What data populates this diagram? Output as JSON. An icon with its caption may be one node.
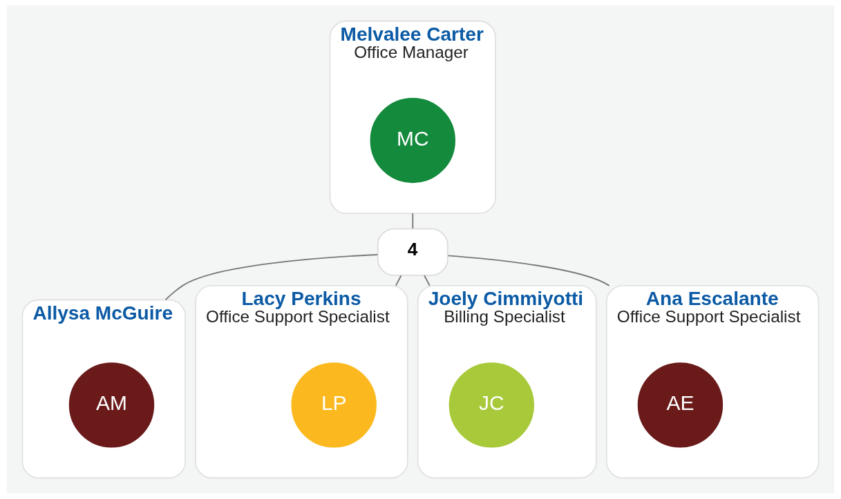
{
  "diagram": {
    "nodes": [
      {
        "text": [
          "Melvalee Carter",
          "Office Manager"
        ]
      },
      {
        "text": [
          "MC"
        ],
        "in": 0
      },
      {
        "text": [
          "4"
        ]
      },
      {
        "text": [
          "Allysa McGuire"
        ]
      },
      {
        "text": [
          "AM"
        ],
        "in": 3
      },
      {
        "text": [
          "Lacy Perkins",
          "Office Support Specialist"
        ]
      },
      {
        "text": [
          "LP"
        ],
        "in": 5
      },
      {
        "text": [
          "Joely Cimmiyotti",
          "Billing Specialist"
        ]
      },
      {
        "text": [
          "JC"
        ],
        "in": 7
      },
      {
        "text": [
          "Ana Escalante",
          "Office Support Specialist"
        ]
      },
      {
        "text": [
          "AE"
        ],
        "in": 9
      }
    ],
    "edges": [
      {
        "from": 0,
        "to": 2,
        "arrow": "none"
      },
      {
        "from": 2,
        "to": 3,
        "arrow": "none"
      },
      {
        "from": 2,
        "to": 5,
        "arrow": "none"
      },
      {
        "from": 2,
        "to": 7,
        "arrow": "none"
      },
      {
        "from": 2,
        "to": 9,
        "arrow": "none"
      }
    ]
  }
}
